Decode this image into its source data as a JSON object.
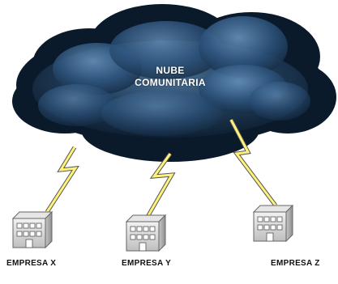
{
  "cloud": {
    "title_line1": "NUBE",
    "title_line2": "COMUNITARIA"
  },
  "companies": [
    {
      "label": "EMPRESA X"
    },
    {
      "label": "EMPRESA Y"
    },
    {
      "label": "EMPRESA Z"
    }
  ],
  "colors": {
    "cloud_dark": "#0b1a2b",
    "cloud_mid": "#2c4f72",
    "cloud_light": "#5f8ab3",
    "bolt": "#fff27a",
    "building": "#d9d9d9"
  }
}
